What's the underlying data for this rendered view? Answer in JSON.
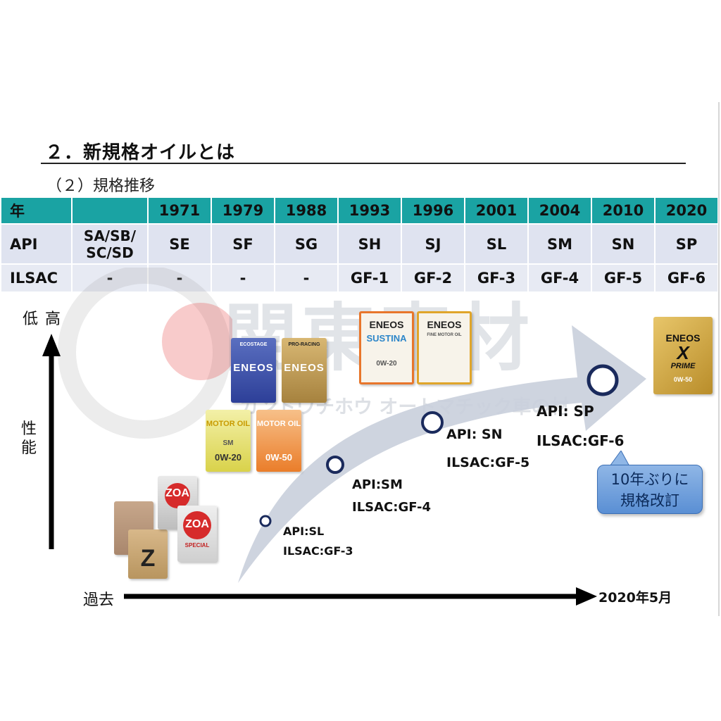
{
  "header": {
    "title": "２．新規格オイルとは",
    "subtitle": "（２）規格推移"
  },
  "table": {
    "row_labels": [
      "年",
      "API",
      "ILSAC"
    ],
    "years": [
      "",
      "1971",
      "1979",
      "1988",
      "1993",
      "1996",
      "2001",
      "2004",
      "2010",
      "2020"
    ],
    "api": [
      "SA/SB/\nSC/SD",
      "SE",
      "SF",
      "SG",
      "SH",
      "SJ",
      "SL",
      "SM",
      "SN",
      "SP"
    ],
    "ilsac": [
      "-",
      "-",
      "-",
      "-",
      "GF-1",
      "GF-2",
      "GF-3",
      "GF-4",
      "GF-5",
      "GF-6"
    ]
  },
  "axes": {
    "y_low": "低",
    "y_high": "高",
    "y_label": "性\n能",
    "x_start": "過去",
    "x_end": "2020年5月"
  },
  "milestones": [
    {
      "api": "API:SL",
      "ilsac": "ILSAC:GF-3"
    },
    {
      "api": "API:SM",
      "ilsac": "ILSAC:GF-4"
    },
    {
      "api": "API: SN",
      "ilsac": "ILSAC:GF-5"
    },
    {
      "api": "API: SP",
      "ilsac": "ILSAC:GF-6"
    }
  ],
  "callout": {
    "line1": "10年ぶりに",
    "line2": "規格改訂"
  },
  "watermark": {
    "main": "関東車材",
    "sub": "カンドウチホウ オートマチック車の材"
  },
  "products": {
    "zoa": "ZOA",
    "zoa_special": "SPECIAL",
    "motor_oil": "MOTOR OIL",
    "eneos": "ENEOS",
    "ecostage": "ECOSTAGE",
    "pro_racing": "PRO-RACING",
    "sustina": "SUSTINA",
    "fine": "FINE MOTOR OIL",
    "x": "X",
    "prime": "PRIME",
    "grade_0w20": "0W-20",
    "grade_0w50": "0W-50",
    "grade_sm": "SM",
    "grade_0w20b": "0W-20",
    "grade_0w50b": "0W-50"
  },
  "colors": {
    "header_teal": "#1aa3a3",
    "row_blue": "#dfe3f0",
    "arrow_gray": "#c9cfdb",
    "milestone_blue": "#1a2a5c",
    "callout_blue": "#5a8fd4"
  }
}
